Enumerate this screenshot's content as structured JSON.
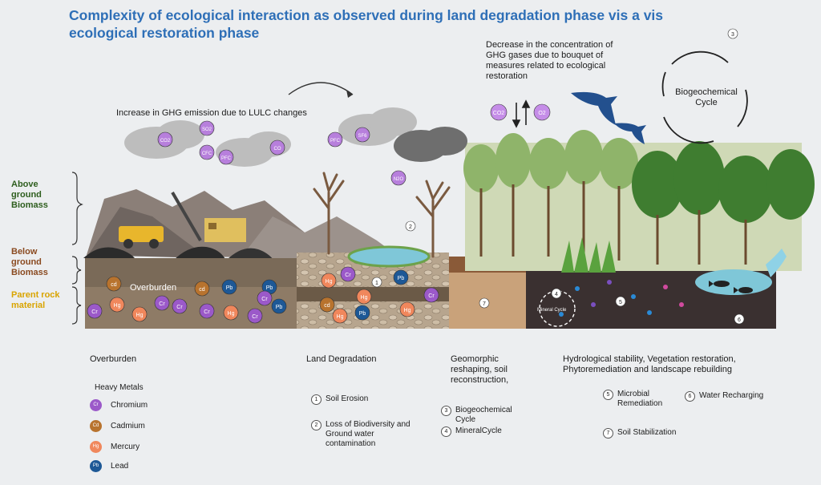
{
  "title": "Complexity of ecological interaction as observed during land degradation phase vis a vis ecological restoration phase",
  "top_labels": {
    "ghg_increase": "Increase in GHG emission due to LULC changes",
    "ghg_decrease": "Decrease in the concentration of GHG gases due to bouquet of measures related to ecological restoration",
    "biogeochemical_cycle": "Biogeochemical Cycle"
  },
  "side_labels": {
    "above": "Above ground Biomass",
    "below": "Below ground Biomass",
    "parent": "Parent rock material"
  },
  "side_colors": {
    "above": "#2e5e1e",
    "below": "#8a4a20",
    "parent": "#d9a400"
  },
  "scene": {
    "overburden": "Overburden",
    "mineral_cycle": "Mineral Cycle",
    "gas_badges": [
      "CO2",
      "SO2",
      "CFC",
      "PFC",
      "CO",
      "PFC",
      "SF6",
      "N2O"
    ],
    "restore_gas": [
      "CO2",
      "O2"
    ],
    "markers": [
      "1",
      "2",
      "3",
      "4",
      "5",
      "6",
      "7"
    ],
    "soil_metals": [
      "cd",
      "Cr",
      "Hg",
      "Cr",
      "Hg",
      "cd",
      "Pb",
      "Pb",
      "Cr",
      "Hg",
      "Cr",
      "Pb",
      "Cr",
      "Hg",
      "Cr",
      "Hg",
      "Pb",
      "Hg",
      "Cr",
      "cd",
      "Pb",
      "Hg",
      "Cr"
    ]
  },
  "phases": {
    "overburden": "Overburden",
    "land_degradation": "Land Degradation",
    "geomorphic": "Geomorphic reshaping, soil reconstruction,",
    "hydrological": "Hydrological stability, Vegetation restoration, Phytoremediation and landscape rebuilding"
  },
  "legend": {
    "heading": "Heavy Metals",
    "metals": [
      {
        "symbol": "Cr",
        "name": "Chromium",
        "color": "#9b59c9"
      },
      {
        "symbol": "Cd",
        "name": "Cadmium",
        "color": "#b8732e"
      },
      {
        "symbol": "Hg",
        "name": "Mercury",
        "color": "#f0875c"
      },
      {
        "symbol": "Pb",
        "name": "Lead",
        "color": "#1d5896"
      }
    ],
    "processes": [
      {
        "num": "1",
        "text": "Soil Erosion"
      },
      {
        "num": "2",
        "text": "Loss of Biodiversity and Ground water contamination"
      },
      {
        "num": "3",
        "text": "Biogeochemical Cycle"
      },
      {
        "num": "4",
        "text": "MineralCycle"
      },
      {
        "num": "5",
        "text": "Microbial Remediation"
      },
      {
        "num": "6",
        "text": "Water Recharging"
      },
      {
        "num": "7",
        "text": "Soil Stabilization"
      }
    ]
  }
}
